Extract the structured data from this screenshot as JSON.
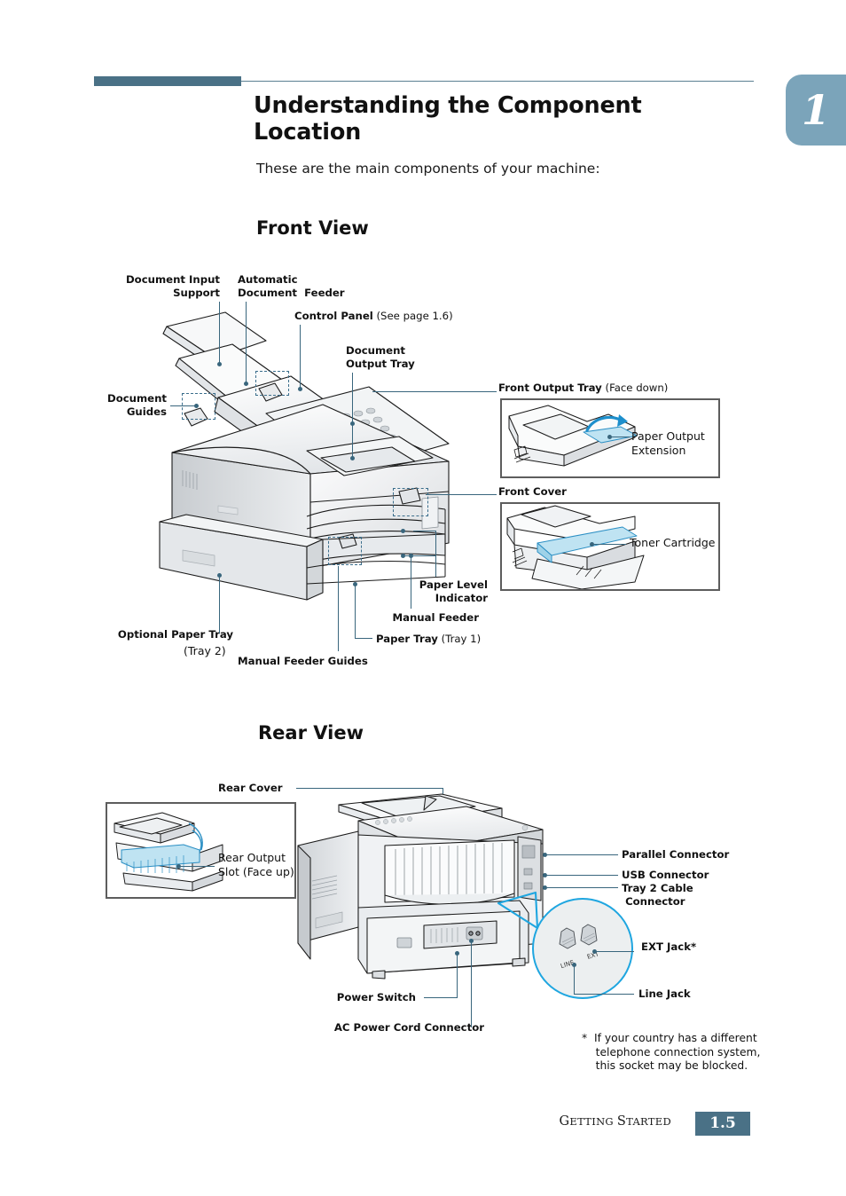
{
  "header": {
    "title": "Understanding the Component Location",
    "chapter_number": "1",
    "accent_color": "#4a7186",
    "badge_color": "#7ba4ba"
  },
  "intro": "These are the main components of your machine:",
  "sections": {
    "front": {
      "heading": "Front View"
    },
    "rear": {
      "heading": "Rear View"
    }
  },
  "front_view": {
    "labels": {
      "document_input_support": "Document Input\nSupport",
      "automatic_document_feeder": "Automatic\nDocument  Feeder",
      "control_panel": "Control Panel",
      "control_panel_note": " (See page 1.6)",
      "document_output_tray": "Document\nOutput Tray",
      "document_guides": "Document\nGuides",
      "optional_paper_tray": "Optional Paper Tray",
      "optional_paper_tray_note": "(Tray 2)",
      "manual_feeder_guides": "Manual Feeder Guides",
      "paper_tray": "Paper Tray",
      "paper_tray_note": " (Tray 1)",
      "manual_feeder": "Manual Feeder",
      "paper_level_indicator": "Paper Level\nIndicator",
      "front_output_tray": "Front Output Tray",
      "front_output_tray_note": " (Face down)",
      "front_cover": "Front Cover"
    },
    "insets": {
      "paper_output_extension": "Paper Output\nExtension",
      "toner_cartridge": "Toner Cartridge"
    }
  },
  "rear_view": {
    "labels": {
      "rear_cover": "Rear Cover",
      "parallel_connector": "Parallel Connector",
      "usb_connector": "USB Connector",
      "tray2_cable_connector": "Tray 2 Cable\n Connector",
      "ext_jack": "EXT Jack*",
      "line_jack": "Line Jack",
      "power_switch": "Power Switch",
      "ac_power_cord_connector": "AC Power Cord Connector"
    },
    "insets": {
      "rear_output_slot": "Rear Output\nSlot (Face up)"
    },
    "jack_icons": {
      "line": "LINE",
      "ext": "EXT"
    }
  },
  "footnote": "*  If your country has a different\n    telephone connection system,\n    this socket may be blocked.",
  "footer": {
    "book_title_a": "G",
    "book_title_b": "ETTING ",
    "book_title_c": "S",
    "book_title_d": "TARTED",
    "page_number": "1.5"
  }
}
